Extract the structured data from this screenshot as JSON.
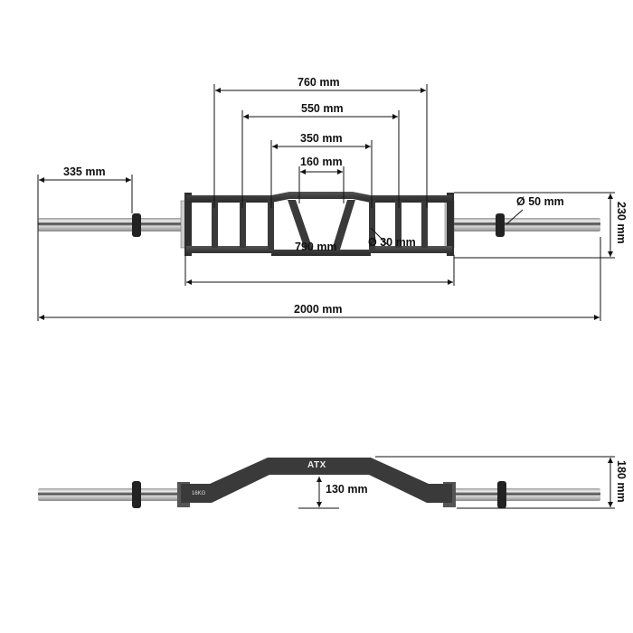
{
  "top_view": {
    "dimensions": {
      "outer_grip": "760 mm",
      "wide_grip": "550 mm",
      "mid_grip": "350 mm",
      "narrow_grip": "160 mm",
      "sleeve_length": "335 mm",
      "sleeve_diameter": "Ø 50 mm",
      "frame_width": "230 mm",
      "handle_diameter": "Ø 30 mm",
      "frame_length": "790 mm",
      "total_length": "2000 mm"
    }
  },
  "side_view": {
    "dimensions": {
      "rise": "130 mm",
      "total_height": "180 mm"
    },
    "brand_logo": "ATX",
    "weight_label": "16KG"
  },
  "colors": {
    "frame": "#3a3a3a",
    "chrome": "#c8c8c8",
    "line": "#111111"
  }
}
